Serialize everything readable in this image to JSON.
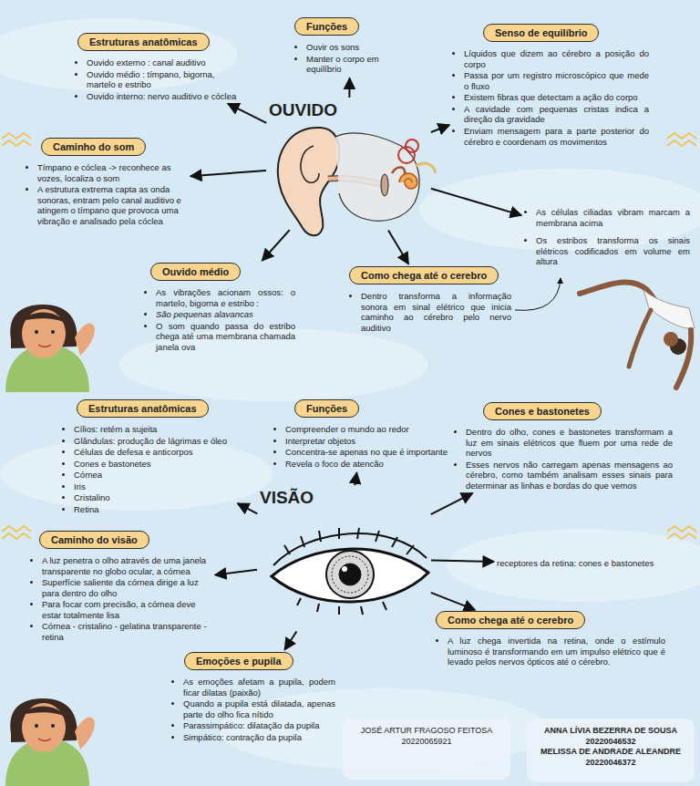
{
  "diagram": {
    "nodes": [
      {
        "text": [
          "OUVIDO"
        ]
      },
      {
        "text": [
          "Estruturas anatômicas",
          "Ouvido externo : canal auditivo",
          "Ouvido médio : tímpano, bigorna, martelo e estribo",
          "Ouvido interno: nervo auditivo e cóclea"
        ]
      },
      {
        "text": [
          "Funções",
          "Ouvir os sons",
          "Manter o corpo em equilíbrio"
        ]
      },
      {
        "text": [
          "Senso de equilíbrio",
          "Líquidos que dizem ao cérebro a posição do corpo",
          "Passa por um registro microscópico que mede o fluxo",
          "Existem fibras que detectam a ação do corpo",
          "A cavidade com pequenas cristas indica a direção da gravidade",
          "Enviam mensagem para a parte posterior do cérebro e coordenam os movimentos"
        ]
      },
      {
        "text": [
          "Caminho do som",
          "Tímpano e cóclea -> reconhece as vozes, localiza o som",
          "A estrutura extrema capta as onda sonoras, entram pelo canal auditivo e atingem o tímpano que provoca uma vibração e analisado pela cóclea"
        ]
      },
      {
        "text": [
          "Ouvido médio",
          "As vibrações acionam ossos: o martelo, bigorna e estribo :",
          "São pequenas alavancas",
          "O som quando passa do estribo chega até uma membrana chamada janela ova"
        ]
      },
      {
        "text": [
          "Como chega até o cerebro",
          "Dentro transforma a informação sonora em sinal elétrico que inicia caminho ao cérebro pelo nervo auditivo"
        ]
      },
      {
        "text": [
          "As células ciliadas vibram marcam a membrana acima",
          "Os estribos transforma os sinais elétricos codificados em volume em altura"
        ]
      },
      {
        "text": [
          "VISÃO"
        ]
      },
      {
        "text": [
          "Estruturas anatômicas",
          "Cílios: retém a sujeita",
          "Glândulas: produção de lágrimas e óleo",
          "Células de defesa e anticorpos",
          "Cones e bastonetes",
          "Córnea",
          "Iris",
          "Cristalino",
          "Retina"
        ]
      },
      {
        "text": [
          "Funções",
          "Compreender o mundo ao redor",
          "Interpretar objetos",
          "Concentra-se apenas no que é importante",
          "Revela o foco de atencão"
        ]
      },
      {
        "text": [
          "Cones e bastonetes",
          "Dentro do olho, cones e bastonetes transformam a luz em sinais elétricos que fluem por uma rede de nervos",
          "Esses nervos não carregam apenas mensagens ao cérebro, como também analisam esses sinais para determinar as linhas e bordas do que vemos"
        ]
      },
      {
        "text": [
          "Caminho do visão",
          "A luz penetra o olho através de uma janela transparente no globo ocular, a córnea",
          "Superfície saliente da córnea dirige a luz para dentro do olho",
          "Para focar com precisão, a córnea deve estar totalmente lisa",
          "Córnea - cristalino - gelatina transparente - retina"
        ]
      },
      {
        "text": [
          "receptores da retina: cones e bastonetes"
        ]
      },
      {
        "text": [
          "Emoções e pupila",
          "As emoções afetam a pupila, podem ficar dilatas (paixão)",
          "Quando a pupila está dilatada, apenas parte do olho fica nítido",
          "Parassimpático: dilatação da pupila",
          "Simpático: contração da pupila"
        ]
      },
      {
        "text": [
          "Como chega até o cerebro",
          "A luz chega invertida na retina, onde o estímulo luminoso é transformando em um impulso elétrico que é levado pelos nervos ópticos até o cérebro."
        ]
      },
      {
        "text": [
          "JOSÉ ARTUR FRAGOSO FEITOSA",
          "20220065921"
        ]
      },
      {
        "text": [
          "ANNA LÍVIA BEZERRA DE SOUSA",
          "20220046532",
          "MELISSA DE ANDRADE ALEANDRE",
          "20220046372"
        ]
      }
    ],
    "edges": [
      {
        "from": 0,
        "to": 1,
        "arrow": "to"
      },
      {
        "from": 0,
        "to": 2,
        "arrow": "to"
      },
      {
        "from": 0,
        "to": 3,
        "arrow": "to"
      },
      {
        "from": 0,
        "to": 4,
        "arrow": "to"
      },
      {
        "from": 0,
        "to": 5,
        "arrow": "to"
      },
      {
        "from": 0,
        "to": 6,
        "arrow": "to"
      },
      {
        "from": 0,
        "to": 7,
        "arrow": "to"
      },
      {
        "from": 6,
        "to": 7,
        "arrow": "to"
      },
      {
        "from": 8,
        "to": 9,
        "arrow": "to"
      },
      {
        "from": 8,
        "to": 10,
        "arrow": "to"
      },
      {
        "from": 8,
        "to": 11,
        "arrow": "to"
      },
      {
        "from": 8,
        "to": 12,
        "arrow": "to"
      },
      {
        "from": 8,
        "to": 13,
        "arrow": "to"
      },
      {
        "from": 8,
        "to": 14,
        "arrow": "to"
      },
      {
        "from": 8,
        "to": 15,
        "arrow": "to"
      }
    ]
  }
}
